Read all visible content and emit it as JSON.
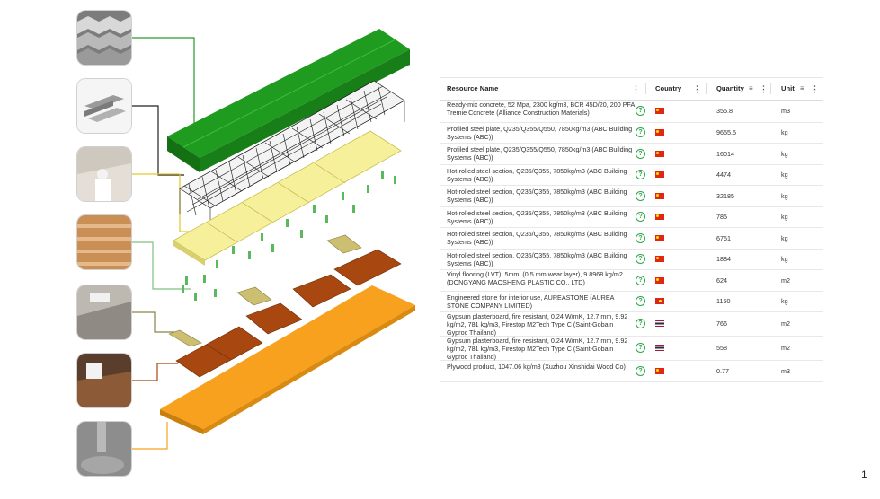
{
  "table": {
    "headers": {
      "resource": "Resource Name",
      "country": "Country",
      "quantity": "Quantity",
      "unit": "Unit"
    },
    "rows": [
      {
        "name": "Ready-mix concrete, 52 Mpa, 2300 kg/m3, BCR 45D/20, 200 PFA Tremie Concrete (Alliance Construction Materials)",
        "country": "china",
        "quantity": "355.8",
        "unit": "m3"
      },
      {
        "name": "Profiled steel plate, Q235/Q355/Q550, 7850kg/m3 (ABC Building Systems (ABC))",
        "country": "china",
        "quantity": "9655.5",
        "unit": "kg"
      },
      {
        "name": "Profiled steel plate, Q235/Q355/Q550, 7850kg/m3 (ABC Building Systems (ABC))",
        "country": "china",
        "quantity": "16014",
        "unit": "kg"
      },
      {
        "name": "Hot-rolled steel section, Q235/Q355, 7850kg/m3 (ABC Building Systems (ABC))",
        "country": "china",
        "quantity": "4474",
        "unit": "kg"
      },
      {
        "name": "Hot-rolled steel section, Q235/Q355, 7850kg/m3 (ABC Building Systems (ABC))",
        "country": "china",
        "quantity": "32185",
        "unit": "kg"
      },
      {
        "name": "Hot-rolled steel section, Q235/Q355, 7850kg/m3 (ABC Building Systems (ABC))",
        "country": "china",
        "quantity": "785",
        "unit": "kg"
      },
      {
        "name": "Hot-rolled steel section, Q235/Q355, 7850kg/m3 (ABC Building Systems (ABC))",
        "country": "china",
        "quantity": "6751",
        "unit": "kg"
      },
      {
        "name": "Hot-rolled steel section, Q235/Q355, 7850kg/m3 (ABC Building Systems (ABC))",
        "country": "china",
        "quantity": "1884",
        "unit": "kg"
      },
      {
        "name": "Vinyl flooring (LVT), 5mm, (0.5 mm wear layer), 9.8968 kg/m2 (DONGYANG MAOSHENG PLASTIC CO., LTD)",
        "country": "china",
        "quantity": "624",
        "unit": "m2"
      },
      {
        "name": "Engineered stone for interior use, AUREASTONE (AUREA STONE COMPANY LIMITED)",
        "country": "vietnam",
        "quantity": "1150",
        "unit": "kg"
      },
      {
        "name": "Gypsum plasterboard, fire resistant, 0.24 W/mK, 12.7 mm, 9.92 kg/m2, 781 kg/m3, Firestop M2Tech Type C (Saint-Gobain Gyproc Thailand)",
        "country": "thailand",
        "quantity": "766",
        "unit": "m2"
      },
      {
        "name": "Gypsum plasterboard, fire resistant, 0.24 W/mK, 12.7 mm, 9.92 kg/m2, 781 kg/m3, Firestop M2Tech Type C (Saint-Gobain Gyproc Thailand)",
        "country": "thailand",
        "quantity": "558",
        "unit": "m2"
      },
      {
        "name": "Plywood product, 1047.06 kg/m3 (Xuzhou Xinshidai Wood Co)",
        "country": "china",
        "quantity": "0.77",
        "unit": "m3"
      }
    ]
  },
  "page_number": "1",
  "photos": [
    "profiled-steel-photo",
    "steel-beam-photo",
    "plasterboard-worker-photo",
    "plywood-photo",
    "stone-tile-photo",
    "vinyl-flooring-photo",
    "concrete-photo"
  ],
  "colors": {
    "roof": "#1e8f1e",
    "steel": "#1a1a1a",
    "gypsum": "#f5ee96",
    "stone": "#cfc37e",
    "vinyl": "#a84612",
    "concrete": "#f6a21c",
    "accent_green": "#2ba84a"
  }
}
